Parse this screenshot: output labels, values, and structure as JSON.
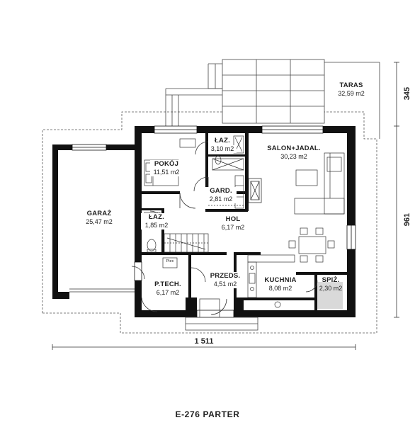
{
  "rooms": {
    "taras": {
      "name": "TARAS",
      "area": "32,59 m2"
    },
    "laz_top": {
      "name": "ŁAZ.",
      "area": "3,10 m2"
    },
    "salon": {
      "name": "SALON+JADAL.",
      "area": "30,23 m2"
    },
    "pokoj": {
      "name": "POKÓJ",
      "area": "11,51 m2"
    },
    "gard": {
      "name": "GARD.",
      "area": "2,81 m2"
    },
    "garaz": {
      "name": "GARAŻ",
      "area": "25,47 m2"
    },
    "laz_small": {
      "name": "ŁAZ.",
      "area": "1,85 m2"
    },
    "hol": {
      "name": "HOL",
      "area": "6,17 m2"
    },
    "przeds": {
      "name": "PRZEDS.",
      "area": "4,51 m2"
    },
    "kuchnia": {
      "name": "KUCHNIA",
      "area": "8,08 m2"
    },
    "spiz": {
      "name": "SPIŻ.",
      "area": "2,30 m2"
    },
    "ptech": {
      "name": "P.TECH.",
      "area": "6,17 m2"
    }
  },
  "appliance_label": "Piec",
  "dimensions": {
    "terrace_depth": "345",
    "house_depth": "961",
    "house_width": "1 511"
  },
  "caption": "E-276 PARTER"
}
